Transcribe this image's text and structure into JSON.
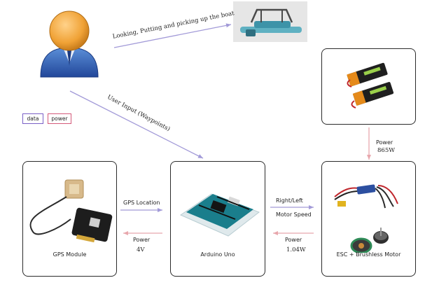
{
  "legend": {
    "data": "data",
    "power": "power"
  },
  "edges": {
    "user_to_boat": "Looking, Putting and picking up the boat",
    "user_to_arduino": "User Input (Waypoints)",
    "gps_to_arduino": "GPS Location",
    "arduino_to_gps_label": "Power",
    "arduino_to_gps_value": "4V",
    "arduino_to_esc_line1": "Right/Left",
    "arduino_to_esc_line2": "Motor Speed",
    "esc_to_arduino_label": "Power",
    "esc_to_arduino_value": "1.04W",
    "battery_to_esc_label": "Power",
    "battery_to_esc_value": "865W"
  },
  "nodes": {
    "gps": "GPS Module",
    "arduino": "Arduino Uno",
    "esc": "ESC + Brushless Motor"
  },
  "colors": {
    "data": "#a29ad8",
    "power": "#e8a7ad",
    "legend_data": "#7a60c6",
    "legend_power": "#d45a7a"
  }
}
